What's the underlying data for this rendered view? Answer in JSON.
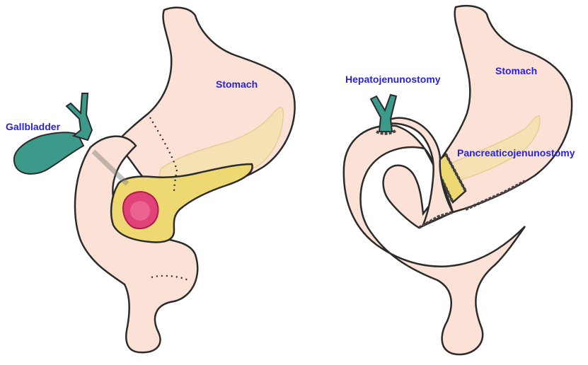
{
  "colors": {
    "label_text": "#2a22d6",
    "tissue_fill": "#fbe1d6",
    "outline": "#2b2b2b",
    "pancreas_fill": "#eed872",
    "pancreas_ghost_fill": "#f6e2b0",
    "gallbladder_fill": "#3c9a8b",
    "tumor_fill": "#e2427a",
    "tumor_core": "#f07aa4"
  },
  "panels": {
    "before": {
      "labels": {
        "stomach": "Stomach",
        "gallbladder": "Gallbladder"
      }
    },
    "after": {
      "labels": {
        "stomach": "Stomach",
        "hepatojejunostomy": "Hepatojenunostomy",
        "pancreaticojejunostomy": "Pancreaticojenunostomy"
      }
    }
  }
}
